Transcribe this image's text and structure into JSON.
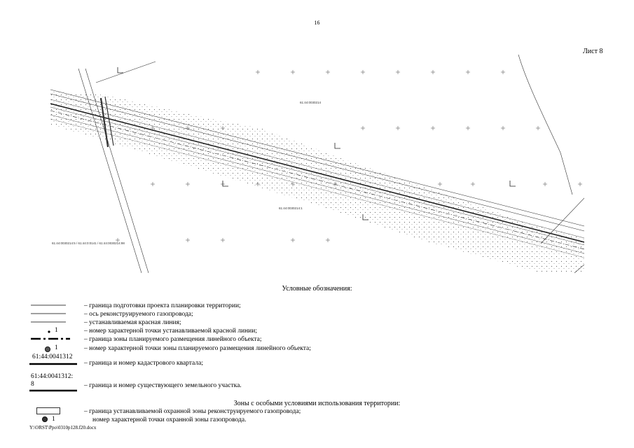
{
  "page": {
    "number": "16",
    "sheet": "Лист 8"
  },
  "map": {
    "labels": [
      "61:44:0030214",
      "61:44:0030214:1",
      "61:44:0030214:5 / 61:44:0:0141 / 61:44:0030214:98"
    ]
  },
  "legend": {
    "title": "Условные обозначения:",
    "items": [
      {
        "symbol": "thin-line",
        "text": "– граница подготовки проекта планировки территории;"
      },
      {
        "symbol": "thin-line",
        "text": "– ось реконструируемого газопровода;"
      },
      {
        "symbol": "thin-line",
        "text": "– устанавливаемая красная линия;"
      },
      {
        "symbol": "small-dot",
        "code": "1",
        "text": "– номер характерной точки устанавливаемой красной линии;"
      },
      {
        "symbol": "dash-dot-line",
        "text": "– граница зоны планируемого размещения линейного объекта;"
      },
      {
        "symbol": "large-dot",
        "code": "1",
        "text": "– номер характерной точки зоны планируемого размещения линейного объекта;"
      },
      {
        "symbol": "cadastral-quarter",
        "code": "61:44:0041312",
        "text": "– граница и номер кадастрового квартала;"
      },
      {
        "symbol": "land-plot",
        "code": "61:44:0041312:",
        "code2": "8",
        "text": "– граница и номер существующего земельного участка."
      }
    ],
    "zones_title": "Зоны с особыми условиями использования территории:",
    "zone_items": [
      {
        "symbol": "rectangle",
        "text": "– граница устанавливаемой охранной зоны реконструируемого газопровода;"
      },
      {
        "symbol": "filled-dot",
        "code": "1",
        "text": "номер характерной точки охранной зоны газопровода."
      }
    ]
  },
  "footer": {
    "path": "Y:\\ORST\\Ppo\\0310p128.f20.docx"
  }
}
